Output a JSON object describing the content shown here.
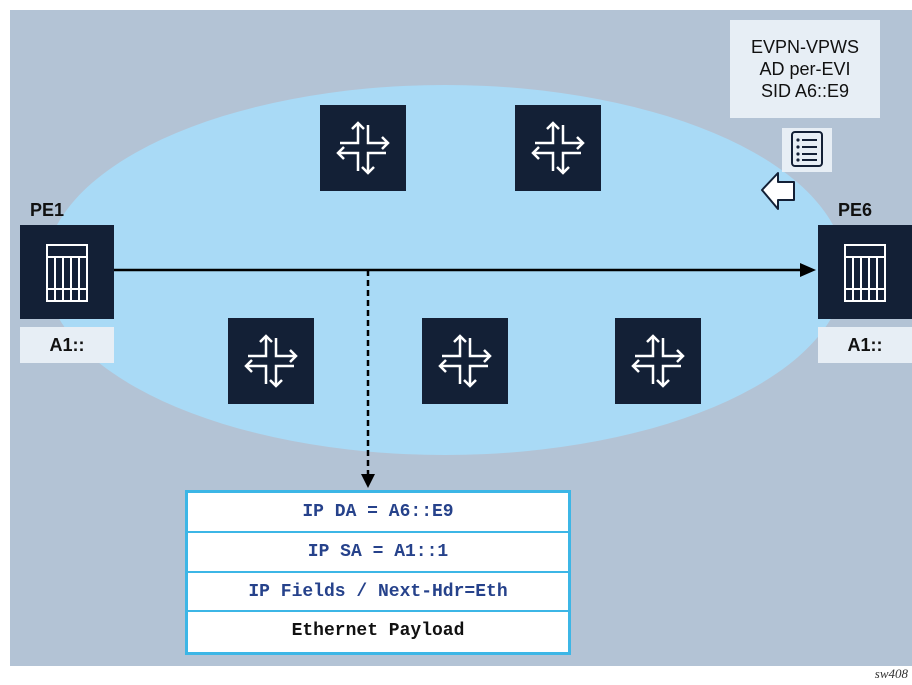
{
  "info_box": {
    "lines": [
      "EVPN-VPWS",
      "AD per-EVI",
      "SID A6::E9"
    ]
  },
  "pe1": {
    "name": "PE1",
    "address": "A1::"
  },
  "pe6": {
    "name": "PE6",
    "address": "A1::"
  },
  "packet": {
    "rows": [
      "IP DA = A6::E9",
      "IP SA = A1::1",
      "IP Fields / Next-Hdr=Eth",
      "Ethernet Payload"
    ]
  },
  "figure_id": "sw408",
  "colors": {
    "background_panel": "#b3c3d5",
    "ellipse": "#a9daf6",
    "node_dark": "#132036",
    "packet_border": "#3cb6e6",
    "packet_text": "#26428b"
  }
}
